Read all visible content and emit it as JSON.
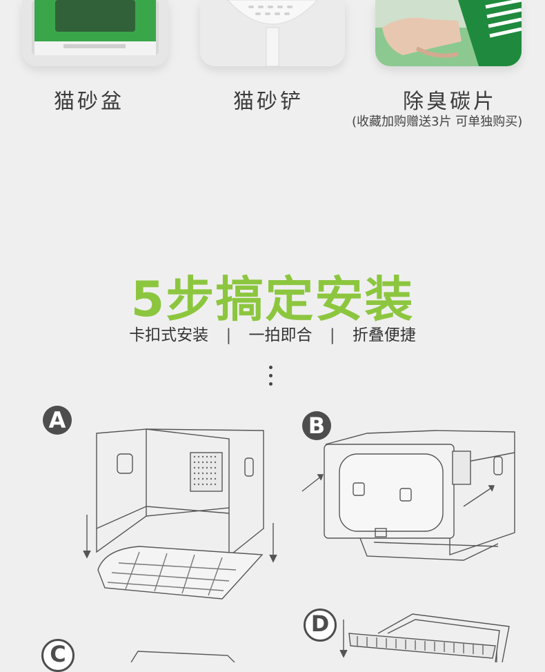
{
  "products": [
    {
      "label": "猫砂盆",
      "icon": "litter-box-image"
    },
    {
      "label": "猫砂铲",
      "icon": "scoop-image"
    },
    {
      "label": "除臭碳片",
      "icon": "carbon-filter-image",
      "note": "(收藏加购赠送3片 可单独购买)"
    }
  ],
  "headline": "5步搞定安装",
  "features": [
    "卡扣式安装",
    "一拍即合",
    "折叠便捷"
  ],
  "separator": "|",
  "steps": [
    {
      "letter": "A"
    },
    {
      "letter": "B"
    },
    {
      "letter": "C"
    },
    {
      "letter": "D"
    }
  ],
  "colors": {
    "accent": "#8cc63f",
    "product_green": "#3aa64a",
    "background": "#efefef"
  }
}
